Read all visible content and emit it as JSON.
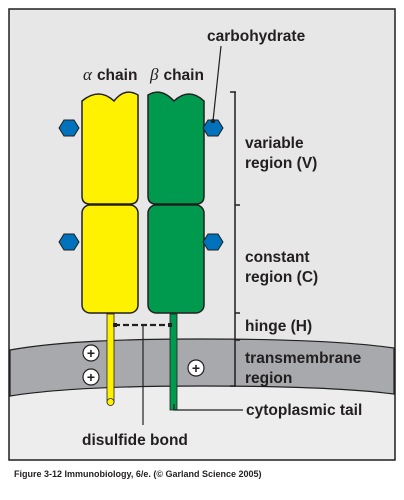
{
  "labels": {
    "alpha_symbol": "α",
    "alpha_text": "chain",
    "beta_symbol": "β",
    "beta_text": "chain",
    "carbohydrate": "carbohydrate",
    "variable_line1": "variable",
    "variable_line2": "region (V)",
    "constant_line1": "constant",
    "constant_line2": "region (C)",
    "hinge": "hinge (H)",
    "transmembrane_line1": "transmembrane",
    "transmembrane_line2": "region",
    "cytoplasmic_tail": "cytoplasmic tail",
    "disulfide_bond": "disulfide bond",
    "plus": "+"
  },
  "caption": "Figure 3-12  Immunobiology, 6/e. (© Garland Science 2005)",
  "colors": {
    "background_panel": "#e7e7e8",
    "membrane": "#a7a9ac",
    "cytoplasm": "#ededee",
    "alpha_chain": "#fff200",
    "beta_chain": "#009a4e",
    "carbohydrate": "#0072bc",
    "outline": "#231f20"
  }
}
